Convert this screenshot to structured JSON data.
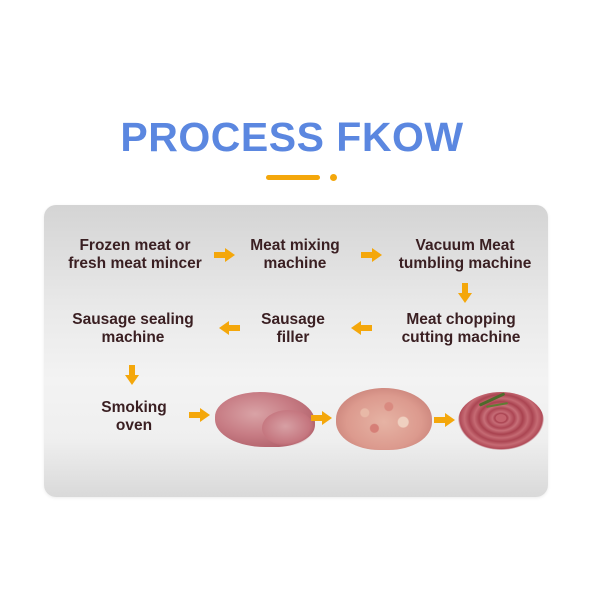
{
  "header": {
    "title": "PROCESS FKOW"
  },
  "colors": {
    "title": "#5b87e0",
    "accent": "#f4a70b",
    "step_text": "#3a1f22"
  },
  "steps": [
    {
      "line1": "Frozen meat or",
      "line2": "fresh meat mincer"
    },
    {
      "line1": "Meat mixing",
      "line2": "machine"
    },
    {
      "line1": "Vacuum Meat",
      "line2": "tumbling machine"
    },
    {
      "line1": "Meat chopping",
      "line2": "cutting machine"
    },
    {
      "line1": "Sausage",
      "line2": "filler"
    },
    {
      "line1": "Sausage sealing",
      "line2": "machine"
    },
    {
      "line1": "Smoking",
      "line2": "oven"
    }
  ],
  "images": [
    {
      "icon": "raw-meat-image"
    },
    {
      "icon": "minced-meat-image"
    },
    {
      "icon": "sausage-coil-image"
    }
  ]
}
